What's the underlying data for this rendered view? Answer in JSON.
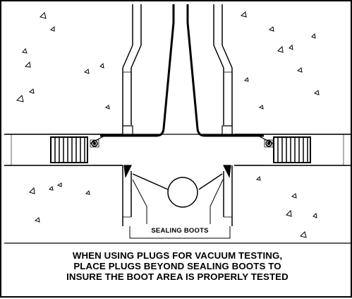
{
  "figure": {
    "label": "SEALING BOOTS",
    "caption_lines": [
      "WHEN USING PLUGS FOR VACUUM TESTING,",
      "PLACE PLUGS BEYOND SEALING BOOTS TO",
      "INSURE THE BOOT AREA IS PROPERLY TESTED"
    ]
  }
}
